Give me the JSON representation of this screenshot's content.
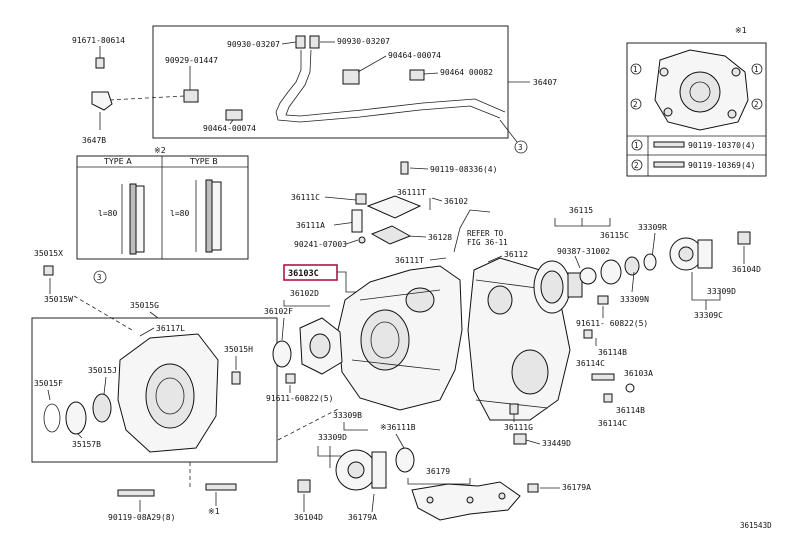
{
  "labels": {
    "p_91671_80614": "91671-80614",
    "p_3647b": "3647B",
    "p_90929_01447": "90929-01447",
    "p_90930_03207a": "90930-03207",
    "p_90930_03207b": "90930-03207",
    "p_90464_00074a": "90464-00074",
    "p_90464_00082": "90464 00082",
    "p_90464_00074b": "90464-00074",
    "p_36407": "36407",
    "p_type_a": "TYPE A",
    "p_type_b": "TYPE B",
    "p_note2": "※2",
    "p_dim_a": "l=80",
    "p_dim_b": "l=80",
    "p_90119_08336": "90119-08336(4)",
    "p_36111c": "36111C",
    "p_36111t": "36111T",
    "p_36102": "36102",
    "p_36111a": "36111A",
    "p_90241_07003": "90241-07003",
    "p_36128": "36128",
    "p_36111t2": "36111T",
    "p_refer": "REFER TO",
    "p_fig": "FIG 36-11",
    "p_36112": "36112",
    "p_36115": "36115",
    "p_36115c": "36115C",
    "p_33309r": "33309R",
    "p_90387_31002": "90387-31002",
    "p_36104d_r": "36104D",
    "p_33309n": "33309N",
    "p_33309d_r": "33309D",
    "p_33309c": "33309C",
    "p_35015x": "35015X",
    "p_35015w": "35015W",
    "p_35015g": "35015G",
    "p_36117l": "36117L",
    "p_35015h": "35015H",
    "p_35015f": "35015F",
    "p_35015j": "35015J",
    "p_35157b": "35157B",
    "p_36103c": "36103C",
    "p_36102d": "36102D",
    "p_36102f": "36102F",
    "p_91611_60822a": "91611-60822(5)",
    "p_91611_60822b": "91611- 60822(5)",
    "p_36114b": "36114B",
    "p_36114c": "36114C",
    "p_36103a": "36103A",
    "p_36114b2": "36114B",
    "p_36114c2": "36114C",
    "p_33309b": "33309B",
    "p_33309d": "33309D",
    "p_36111b": "※36111B",
    "p_36111g": "36111G",
    "p_33449d": "33449D",
    "p_36179": "36179",
    "p_36179a": "36179A",
    "p_36179a2": "36179A",
    "p_36104d": "36104D",
    "p_90119_08a29": "90119-08A29(8)",
    "p_note1_b": "※1",
    "p_note1_t": "※1",
    "p_legend1": "90119-10370(4)",
    "p_legend2": "90119-10369(4)",
    "p_c1": "1",
    "p_c2": "2",
    "p_c3": "3",
    "p_ref_no": "361543D"
  },
  "circle_marks": [
    "1",
    "2",
    "3"
  ]
}
